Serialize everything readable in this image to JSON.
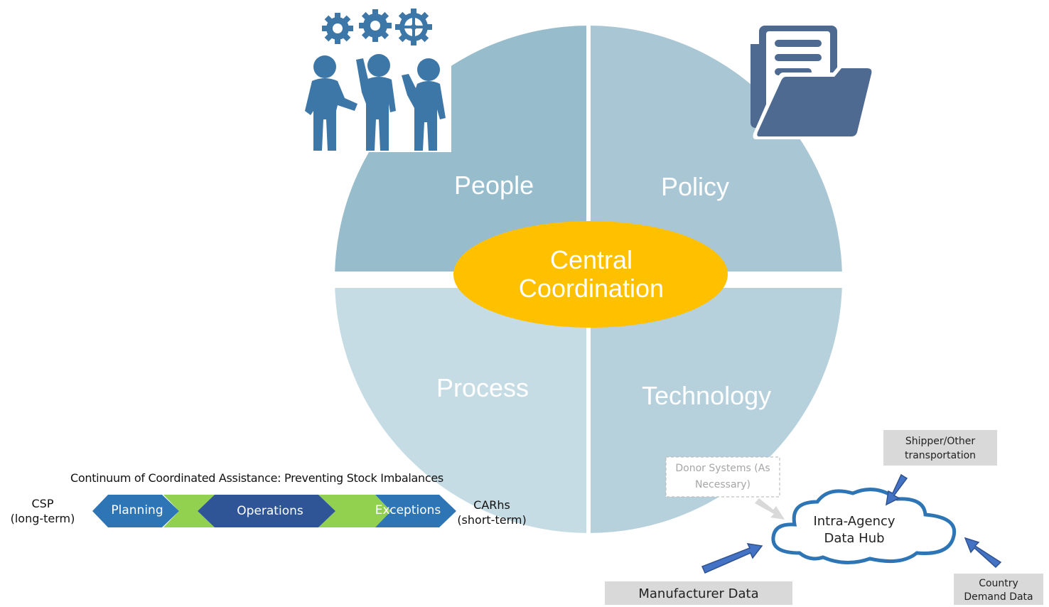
{
  "diagram": {
    "quadrants": {
      "people": "People",
      "policy": "Policy",
      "process": "Process",
      "technology": "Technology"
    },
    "center": {
      "line1": "Central",
      "line2": "Coordination"
    },
    "colors": {
      "people": "#97bdcd",
      "policy": "#a8c6d3",
      "process": "#c6dce5",
      "technology": "#b6d1dc",
      "center": "#ffc000",
      "icon_blue": "#3d77a8",
      "folder": "#4e6a90"
    },
    "icons": {
      "people": "people-with-gears-icon",
      "policy": "folder-documents-icon"
    }
  },
  "continuum": {
    "title": "Continuum of Coordinated Assistance: Preventing Stock Imbalances",
    "left_label": {
      "line1": "CSP",
      "line2": "(long-term)"
    },
    "right_label": {
      "line1": "CARhs",
      "line2": "(short-term)"
    },
    "stages": [
      "Planning",
      "Operations",
      "Exceptions"
    ]
  },
  "data_hub": {
    "hub": {
      "line1": "Intra-Agency",
      "line2": "Data Hub"
    },
    "donor": {
      "line1": "Donor Systems (As",
      "line2": "Necessary)"
    },
    "shipper": {
      "line1": "Shipper/Other",
      "line2": "transportation"
    },
    "country": {
      "line1": "Country",
      "line2": "Demand Data"
    },
    "manufacturer": "Manufacturer Data"
  }
}
